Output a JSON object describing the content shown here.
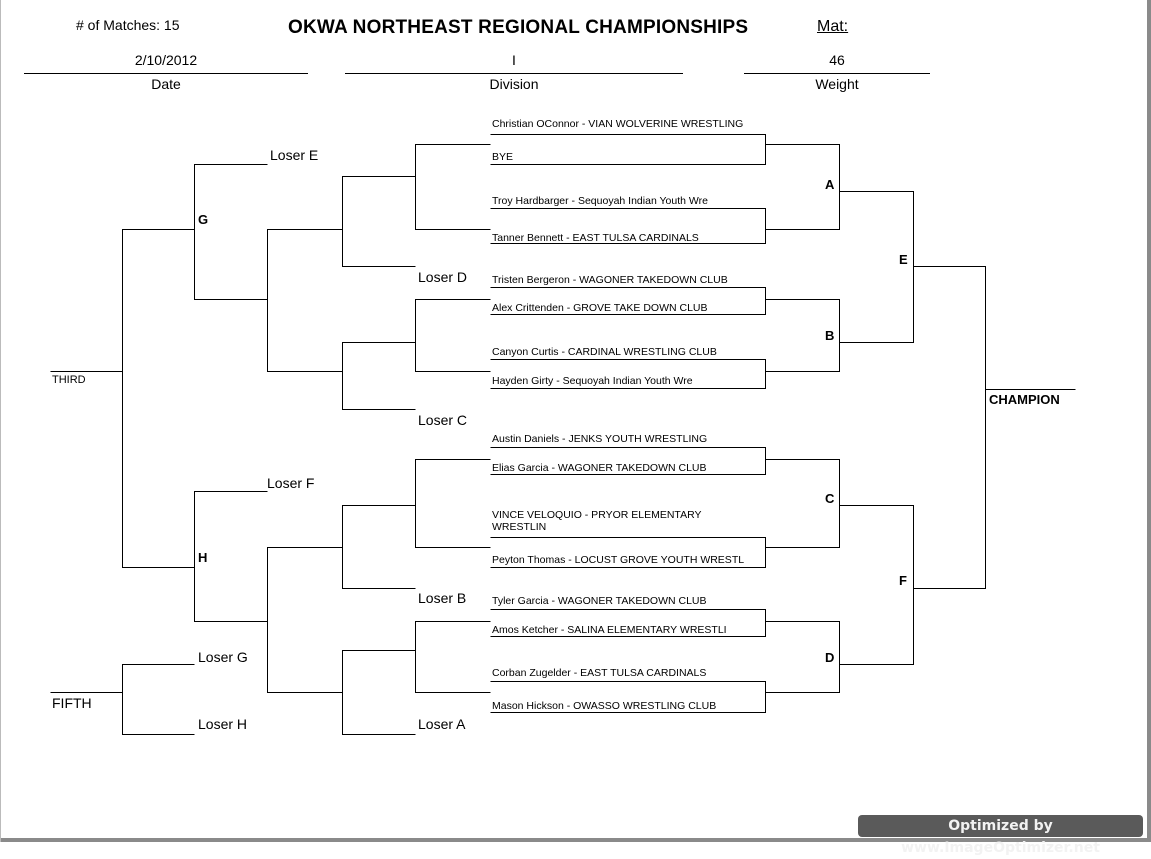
{
  "header": {
    "matches": "# of Matches: 15",
    "title": "OKWA NORTHEAST REGIONAL CHAMPIONSHIPS",
    "mat_label": "Mat:",
    "date_value": "2/10/2012",
    "date_label": "Date",
    "division_value": "I",
    "division_label": "Division",
    "weight_value": "46",
    "weight_label": "Weight"
  },
  "entries": [
    "Christian OConnor - VIAN WOLVERINE WRESTLING",
    "BYE",
    "Troy Hardbarger - Sequoyah Indian Youth Wre",
    "Tanner Bennett - EAST TULSA CARDINALS",
    "Tristen Bergeron - WAGONER TAKEDOWN CLUB",
    "Alex Crittenden - GROVE TAKE DOWN CLUB",
    "Canyon Curtis - CARDINAL WRESTLING CLUB",
    "Hayden Girty - Sequoyah Indian Youth Wre",
    "Austin Daniels - JENKS YOUTH WRESTLING",
    "Elias Garcia - WAGONER TAKEDOWN CLUB",
    "VINCE VELOQUIO - PRYOR ELEMENTARY",
    "WRESTLIN",
    "Peyton Thomas - LOCUST GROVE YOUTH WRESTL",
    "Tyler Garcia - WAGONER TAKEDOWN CLUB",
    "Amos Ketcher - SALINA ELEMENTARY WRESTLI",
    "Corban Zugelder - EAST TULSA CARDINALS",
    "Mason Hickson - OWASSO WRESTLING CLUB"
  ],
  "match_letters": {
    "a": "A",
    "b": "B",
    "c": "C",
    "d": "D",
    "e": "E",
    "f": "F",
    "g": "G",
    "h": "H"
  },
  "losers": {
    "e": "Loser E",
    "d": "Loser D",
    "c": "Loser C",
    "f": "Loser F",
    "b": "Loser B",
    "g": "Loser G",
    "h": "Loser H",
    "a": "Loser A"
  },
  "places": {
    "third": "THIRD",
    "fifth": "FIFTH",
    "champion": "CHAMPION"
  },
  "watermark": "Optimized by www.ImageOptimizer.net"
}
